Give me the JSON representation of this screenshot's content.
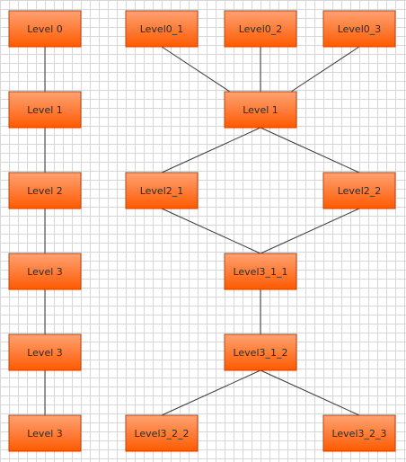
{
  "diagram": {
    "colors": {
      "node_fill_top": "#ffa272",
      "node_fill_bottom": "#ff5a00",
      "node_border": "#c2410c",
      "connector": "#3a3a3a",
      "grid": "#d6d6d6",
      "background": "#ffffff"
    },
    "nodes": [
      {
        "id": "l0",
        "label": "Level 0"
      },
      {
        "id": "l1",
        "label": "Level 1"
      },
      {
        "id": "l2",
        "label": "Level 2"
      },
      {
        "id": "l3a",
        "label": "Level 3"
      },
      {
        "id": "l3b",
        "label": "Level 3"
      },
      {
        "id": "l3c",
        "label": "Level 3"
      },
      {
        "id": "r01",
        "label": "Level0_1"
      },
      {
        "id": "r02",
        "label": "Level0_2"
      },
      {
        "id": "r03",
        "label": "Level0_3"
      },
      {
        "id": "r1",
        "label": "Level 1"
      },
      {
        "id": "r21",
        "label": "Level2_1"
      },
      {
        "id": "r22",
        "label": "Level2_2"
      },
      {
        "id": "r311",
        "label": "Level3_1_1"
      },
      {
        "id": "r312",
        "label": "Level3_1_2"
      },
      {
        "id": "r322",
        "label": "Level3_2_2"
      },
      {
        "id": "r323",
        "label": "Level3_2_3"
      }
    ],
    "edges": [
      {
        "from": "l0",
        "to": "l1"
      },
      {
        "from": "l1",
        "to": "l2"
      },
      {
        "from": "l2",
        "to": "l3a"
      },
      {
        "from": "l3a",
        "to": "l3b"
      },
      {
        "from": "l3b",
        "to": "l3c"
      },
      {
        "from": "r01",
        "to": "r1"
      },
      {
        "from": "r02",
        "to": "r1"
      },
      {
        "from": "r03",
        "to": "r1"
      },
      {
        "from": "r1",
        "to": "r21"
      },
      {
        "from": "r1",
        "to": "r22"
      },
      {
        "from": "r21",
        "to": "r311"
      },
      {
        "from": "r22",
        "to": "r311"
      },
      {
        "from": "r311",
        "to": "r312"
      },
      {
        "from": "r312",
        "to": "r322"
      },
      {
        "from": "r312",
        "to": "r323"
      }
    ]
  }
}
